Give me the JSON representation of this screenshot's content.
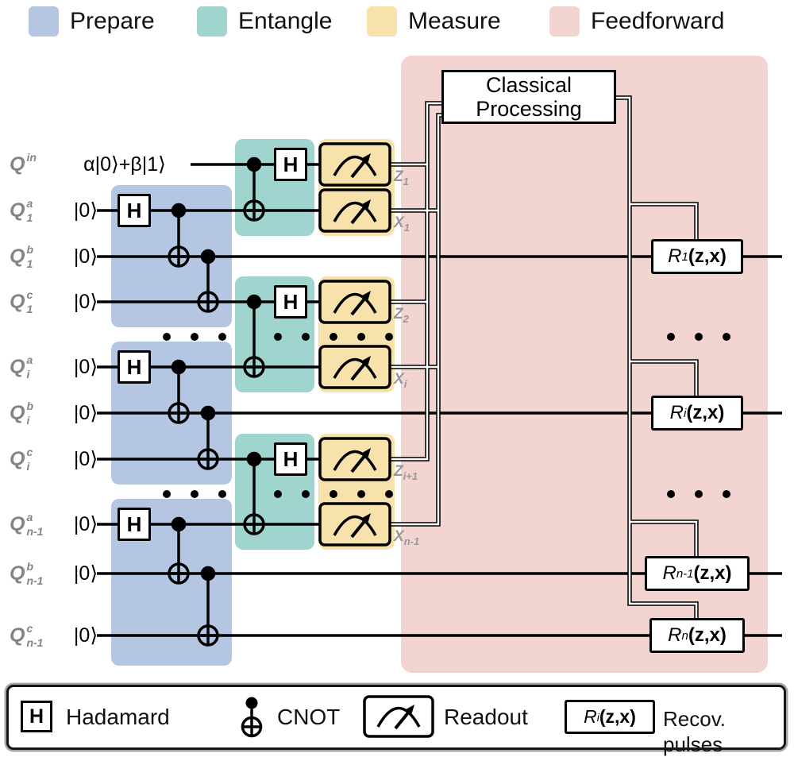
{
  "colors": {
    "prepare": "#b4c6e2",
    "entangle": "#a0d5cf",
    "measure": "#f8e2ab",
    "feedforward": "#f2d4d1"
  },
  "top_legend": {
    "prepare": "Prepare",
    "entangle": "Entangle",
    "measure": "Measure",
    "feedforward": "Feedforward"
  },
  "classical_processing": {
    "line1": "Classical",
    "line2": "Processing"
  },
  "hadamard_label": "H",
  "qubits": [
    {
      "base": "Q",
      "sup": "in",
      "sub": "",
      "state": "α|0⟩+β|1⟩"
    },
    {
      "base": "Q",
      "sup": "a",
      "sub": "1",
      "state": "|0⟩"
    },
    {
      "base": "Q",
      "sup": "b",
      "sub": "1",
      "state": "|0⟩"
    },
    {
      "base": "Q",
      "sup": "c",
      "sub": "1",
      "state": "|0⟩"
    },
    {
      "base": "Q",
      "sup": "a",
      "sub": "i",
      "state": "|0⟩"
    },
    {
      "base": "Q",
      "sup": "b",
      "sub": "i",
      "state": "|0⟩"
    },
    {
      "base": "Q",
      "sup": "c",
      "sub": "i",
      "state": "|0⟩"
    },
    {
      "base": "Q",
      "sup": "a",
      "sub": "n-1",
      "state": "|0⟩"
    },
    {
      "base": "Q",
      "sup": "b",
      "sub": "n-1",
      "state": "|0⟩"
    },
    {
      "base": "Q",
      "sup": "c",
      "sub": "n-1",
      "state": "|0⟩"
    }
  ],
  "measurements": [
    {
      "base": "Z",
      "sub": "1"
    },
    {
      "base": "X",
      "sub": "1"
    },
    {
      "base": "Z",
      "sub": "2"
    },
    {
      "base": "X",
      "sub": "i"
    },
    {
      "base": "Z",
      "sub": "i+1"
    },
    {
      "base": "X",
      "sub": "n-1"
    }
  ],
  "recovery": [
    {
      "name": "R",
      "sub": "1",
      "args": "(z,x)"
    },
    {
      "name": "R",
      "sub": "i",
      "args": "(z,x)"
    },
    {
      "name": "R",
      "sub": "n-1",
      "args": "(z,x)"
    },
    {
      "name": "R",
      "sub": "n",
      "args": "(z,x)"
    }
  ],
  "bottom_legend": {
    "hadamard_symbol": "H",
    "hadamard": "Hadamard",
    "cnot": "CNOT",
    "readout": "Readout",
    "recovery_symbol": {
      "name": "R",
      "sub": "i",
      "args": "(z,x)"
    },
    "recovery": "Recov. pulses"
  }
}
